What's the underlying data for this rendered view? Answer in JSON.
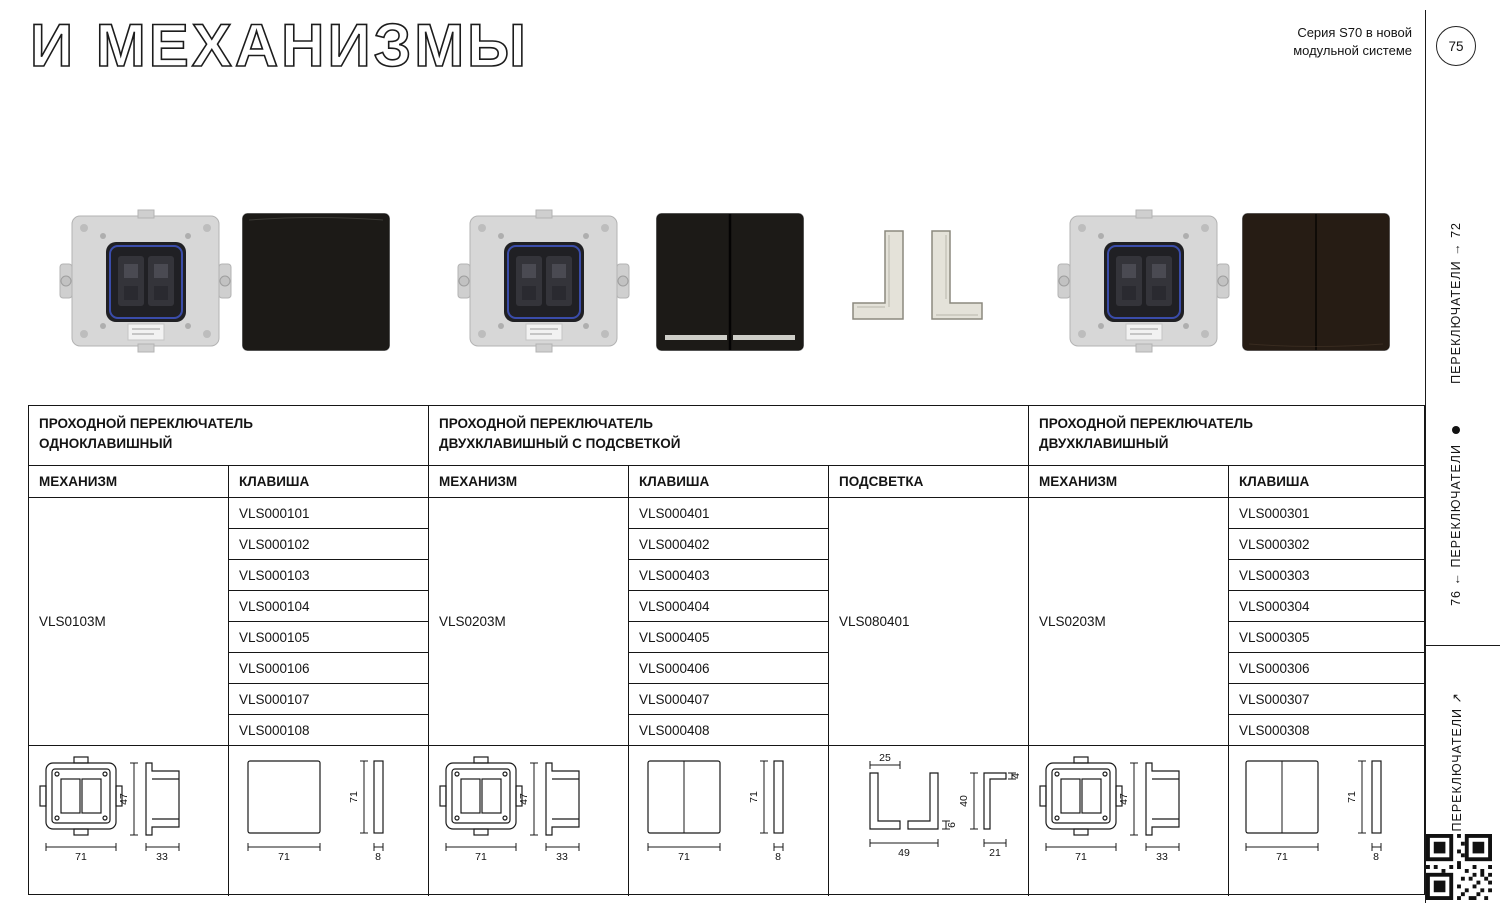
{
  "header": {
    "title": "И МЕХАНИЗМЫ",
    "series_note_line1": "Серия S70 в новой",
    "series_note_line2": "модульной системе",
    "page_number": "75"
  },
  "rail": {
    "nav_top": "ПЕРЕКЛЮЧАТЕЛИ → 72",
    "nav_middle": "76 ← ПЕРЕКЛЮЧАТЕЛИ",
    "nav_bottom": "ПЕРЕКЛЮЧАТЕЛИ ↗"
  },
  "sections": [
    {
      "title_line1": "ПРОХОДНОЙ ПЕРЕКЛЮЧАТЕЛЬ",
      "title_line2": "ОДНОКЛАВИШНЫЙ",
      "col_mechanism": "МЕХАНИЗМ",
      "col_key": "КЛАВИША",
      "mechanism_code": "VLS0103M",
      "key_codes": [
        "VLS000101",
        "VLS000102",
        "VLS000103",
        "VLS000104",
        "VLS000105",
        "VLS000106",
        "VLS000107",
        "VLS000108"
      ]
    },
    {
      "title_line1": "ПРОХОДНОЙ ПЕРЕКЛЮЧАТЕЛЬ",
      "title_line2": "ДВУХКЛАВИШНЫЙ С ПОДСВЕТКОЙ",
      "col_mechanism": "МЕХАНИЗМ",
      "col_key": "КЛАВИША",
      "col_backlight": "ПОДСВЕТКА",
      "mechanism_code": "VLS0203M",
      "backlight_code": "VLS080401",
      "key_codes": [
        "VLS000401",
        "VLS000402",
        "VLS000403",
        "VLS000404",
        "VLS000405",
        "VLS000406",
        "VLS000407",
        "VLS000408"
      ]
    },
    {
      "title_line1": "ПРОХОДНОЙ ПЕРЕКЛЮЧАТЕЛЬ",
      "title_line2": "ДВУХКЛАВИШНЫЙ",
      "col_mechanism": "МЕХАНИЗМ",
      "col_key": "КЛАВИША",
      "mechanism_code": "VLS0203M",
      "key_codes": [
        "VLS000301",
        "VLS000302",
        "VLS000303",
        "VLS000304",
        "VLS000305",
        "VLS000306",
        "VLS000307",
        "VLS000308"
      ]
    }
  ],
  "dimensions": {
    "mechanism": {
      "width": "71",
      "depth": "33",
      "height": "47"
    },
    "key": {
      "width": "71",
      "height": "71",
      "depth": "8"
    },
    "backlight": {
      "inner_width": "25",
      "total_width": "49",
      "foot": "6",
      "height": "40",
      "depth": "21",
      "thickness": "4"
    }
  },
  "colors": {
    "key_black": "#1c1a17",
    "key_brown": "#261c14",
    "accent_blue": "#3f55c2",
    "metal_plate": "#d7d7d7"
  }
}
